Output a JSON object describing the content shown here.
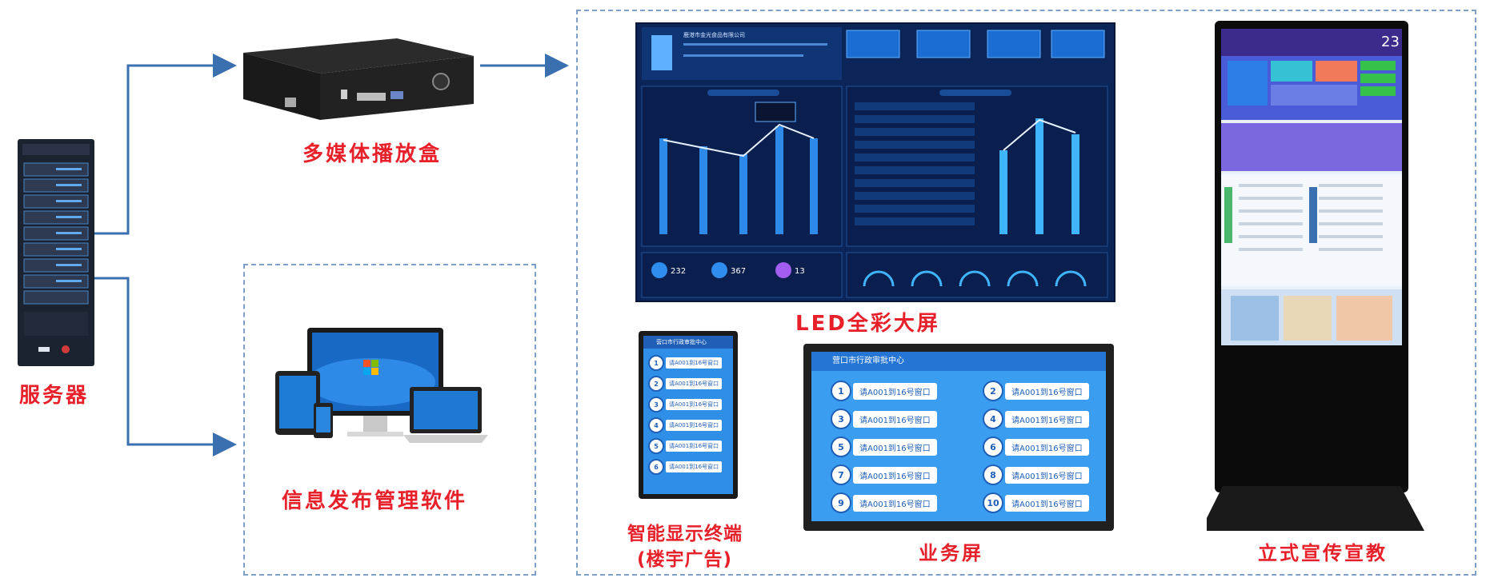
{
  "labels": {
    "server": "服务器",
    "media_box": "多媒体播放盒",
    "software": "信息发布管理软件",
    "led": "LED全彩大屏",
    "terminal_line1": "智能显示终端",
    "terminal_line2": "(楼宇广告)",
    "business_screen": "业务屏",
    "standing": "立式宣传宣教"
  },
  "queue_screen": {
    "header": "营口市行政审批中心",
    "items": [
      {
        "num": "1",
        "text": "请A001到16号窗口"
      },
      {
        "num": "2",
        "text": "请A001到16号窗口"
      },
      {
        "num": "3",
        "text": "请A001到16号窗口"
      },
      {
        "num": "4",
        "text": "请A001到16号窗口"
      },
      {
        "num": "5",
        "text": "请A001到16号窗口"
      },
      {
        "num": "6",
        "text": "请A001到16号窗口"
      },
      {
        "num": "7",
        "text": "请A001到16号窗口"
      },
      {
        "num": "8",
        "text": "请A001到16号窗口"
      },
      {
        "num": "9",
        "text": "请A001到16号窗口"
      },
      {
        "num": "10",
        "text": "请A001到16号窗口"
      }
    ]
  },
  "terminal_screen": {
    "header": "营口市行政审批中心",
    "items": [
      {
        "num": "1",
        "text": "请A001到16号窗口"
      },
      {
        "num": "2",
        "text": "请A001到16号窗口"
      },
      {
        "num": "3",
        "text": "请A001到16号窗口"
      },
      {
        "num": "4",
        "text": "请A001到16号窗口"
      },
      {
        "num": "5",
        "text": "请A001到16号窗口"
      },
      {
        "num": "6",
        "text": "请A001到16号窗口"
      }
    ]
  },
  "led_screen": {
    "company": "鹿港市金光食品有限公司",
    "stat1": "232",
    "stat2": "367",
    "stat3": "13"
  },
  "kiosk": {
    "date_num": "23"
  },
  "colors": {
    "label_red": "#e8202a",
    "arrow_blue": "#3a6fb0",
    "dash": "#7f9fc9"
  }
}
